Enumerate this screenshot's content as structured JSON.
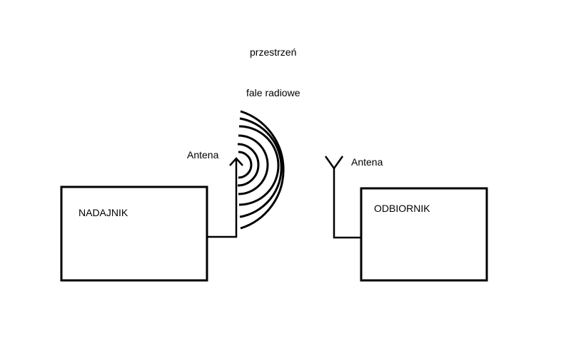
{
  "labels": {
    "space": "przestrzeń",
    "radio_waves": "fale radiowe",
    "transmitter_antenna": "Antena",
    "receiver_antenna": "Antena",
    "transmitter": "NADAJNIK",
    "receiver": "ODBIORNIK"
  },
  "colors": {
    "stroke": "#000000",
    "background": "#ffffff"
  }
}
